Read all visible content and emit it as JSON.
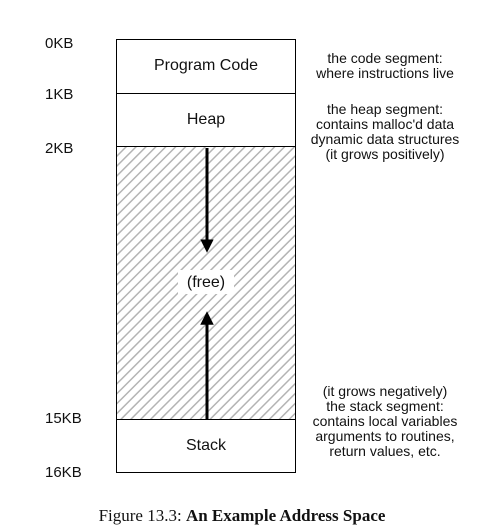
{
  "address_labels": {
    "kb0": "0KB",
    "kb1": "1KB",
    "kb2": "2KB",
    "kb15": "15KB",
    "kb16": "16KB"
  },
  "segments": {
    "program_code": "Program Code",
    "heap": "Heap",
    "free": "(free)",
    "stack": "Stack"
  },
  "annotations": {
    "code": [
      "the code segment:",
      "where instructions live"
    ],
    "heap": [
      "the heap segment:",
      "contains malloc'd data",
      "dynamic data structures",
      "(it grows positively)"
    ],
    "stack": [
      "(it grows negatively)",
      "the stack segment:",
      "contains local variables",
      "arguments to routines,",
      "return values, etc."
    ]
  },
  "caption": {
    "number": "Figure 13.3:",
    "title": "An Example Address Space"
  },
  "colors": {
    "border": "#000000",
    "hatch": "#b0b0b0",
    "arrow": "#000000"
  }
}
